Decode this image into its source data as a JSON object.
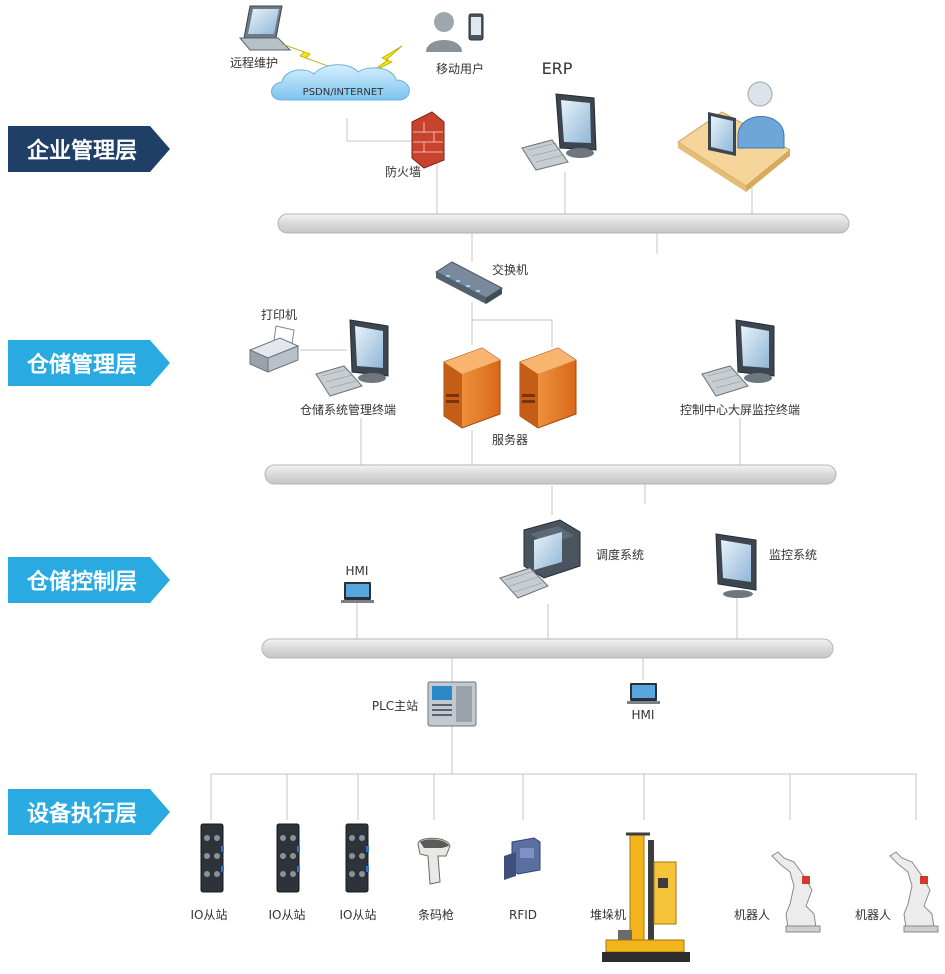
{
  "layers": {
    "enterprise": "企业管理层",
    "warehouse_mgmt": "仓储管理层",
    "warehouse_ctrl": "仓储控制层",
    "device_exec": "设备执行层"
  },
  "enterprise": {
    "remote_maintenance": "远程维护",
    "mobile_user": "移动用户",
    "cloud": "PSDN/INTERNET",
    "firewall": "防火墙",
    "erp": "ERP"
  },
  "warehouse_mgmt": {
    "switch": "交换机",
    "printer": "打印机",
    "wms_terminal": "仓储系统管理终端",
    "server": "服务器",
    "big_screen_terminal": "控制中心大屏监控终端"
  },
  "warehouse_ctrl": {
    "hmi_left": "HMI",
    "dispatch_system": "调度系统",
    "monitor_system": "监控系统",
    "plc_master": "PLC主站",
    "hmi_right": "HMI"
  },
  "devices": {
    "io1": "IO从站",
    "io2": "IO从站",
    "io3": "IO从站",
    "barcode": "条码枪",
    "rfid": "RFID",
    "stacker": "堆垛机",
    "robot1": "机器人",
    "robot2": "机器人"
  },
  "colors": {
    "layer_dark": "#1f3f66",
    "layer_light": "#29abe2",
    "bus_fill": "#e3e3e3",
    "bus_stroke": "#b8b8b8",
    "line": "#bfbfbf",
    "server_orange": "#f08a2e"
  }
}
